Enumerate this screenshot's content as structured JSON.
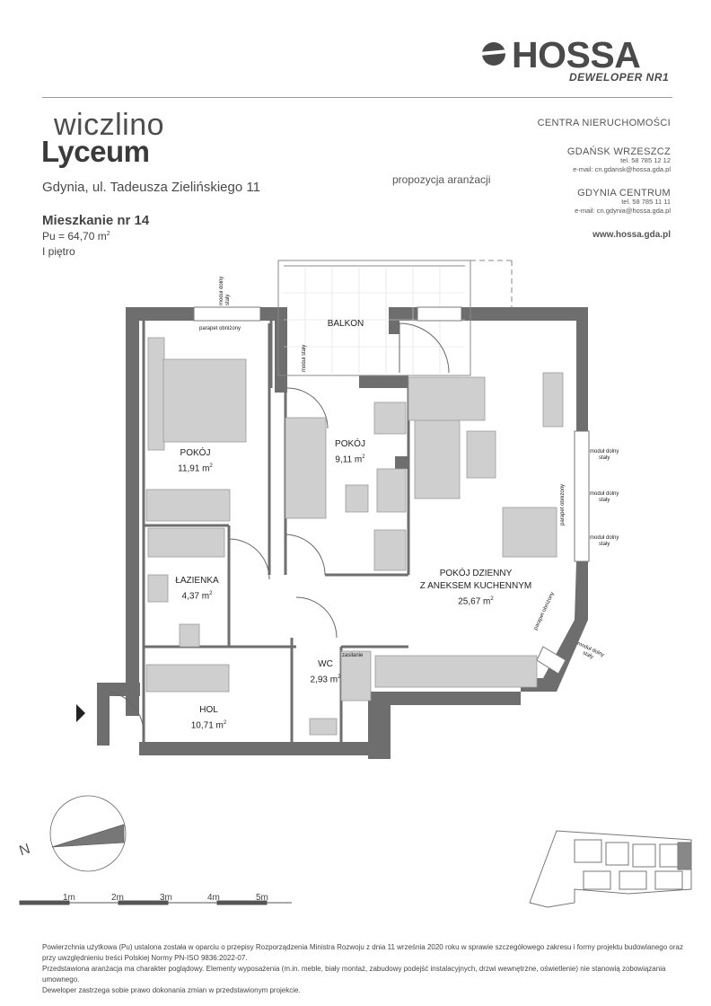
{
  "logo": {
    "name": "HOSSA",
    "tagline": "DEWELOPER NR1"
  },
  "brand": {
    "line1": "wiczlino",
    "line2": "Lyceum"
  },
  "address": "Gdynia, ul. Tadeusza Zielińskiego 11",
  "proposal_label": "propozycja aranżacji",
  "apartment": {
    "title": "Mieszkanie nr 14",
    "area_label": "Pu =  64,70 m",
    "area_sup": "2",
    "floor": "I piętro"
  },
  "contact": {
    "header": "CENTRA NIERUCHOMOŚCI",
    "office1_name": "GDAŃSK WRZESZCZ",
    "office1_tel": "tel. 58 785 12 12",
    "office1_email": "e-mail: cn.gdansk@hossa.gda.pl",
    "office2_name": "GDYNIA CENTRUM",
    "office2_tel": "tel. 58 785 11 11",
    "office2_email": "e-mail: cn.gdynia@hossa.gda.pl",
    "website": "www.hossa.gda.pl"
  },
  "rooms": {
    "balkon": "BALKON",
    "pokoj1_name": "POKÓJ",
    "pokoj1_area": "11,91 m",
    "pokoj2_name": "POKÓJ",
    "pokoj2_area": "9,11 m",
    "dzienny_name1": "POKÓJ DZIENNY",
    "dzienny_name2": "Z ANEKSEM KUCHENNYM",
    "dzienny_area": "25,67 m",
    "lazienka_name": "ŁAZIENKA",
    "lazienka_area": "4,37 m",
    "wc_name": "WC",
    "wc_area": "2,93 m",
    "hol_name": "HOL",
    "hol_area": "10,71 m",
    "sup": "2"
  },
  "plan_labels": {
    "parapet1": "parapet obniżony",
    "parapet2": "parapet obniżony",
    "parapet3": "parapet obniżony",
    "modul_v1": "moduł dolny stały",
    "modul_v2": "moduł stały",
    "modul_r1_a": "moduł dolny",
    "modul_r1_b": "stały",
    "modul_r2_a": "moduł dolny",
    "modul_r2_b": "stały",
    "modul_r3_a": "moduł dolny",
    "modul_r3_b": "stały",
    "modul_r4_a": "moduł dolny",
    "modul_r4_b": "stały",
    "zasilanie": "zasilanie"
  },
  "compass_label": "N",
  "scale": [
    "1m",
    "2m",
    "3m",
    "4m",
    "5m"
  ],
  "footer": {
    "line1": "Powierzchnia użytkowa (Pu) ustalona została w oparciu o przepisy Rozporządzenia Ministra Rozwoju z dnia 11 września 2020 roku w sprawie szczegółowego zakresu i formy projektu budowlanego oraz przy uwzględnieniu treści Polskiej Normy PN-ISO 9836:2022-07.",
    "line2": "Przedstawiona aranżacja ma charakter poglądowy. Elementy wyposażenia (m.in. meble, biały montaż, zabudowy podejść instalacyjnych, drzwi wewnętrzne, oświetlenie) nie stanowią zobowiązania umownego.",
    "line3": "Deweloper zastrzega sobie prawo dokonania zmian w przedstawionym projekcie."
  },
  "colors": {
    "wall": "#6e6e6e",
    "furniture": "#cfcfcf",
    "text": "#333333"
  }
}
